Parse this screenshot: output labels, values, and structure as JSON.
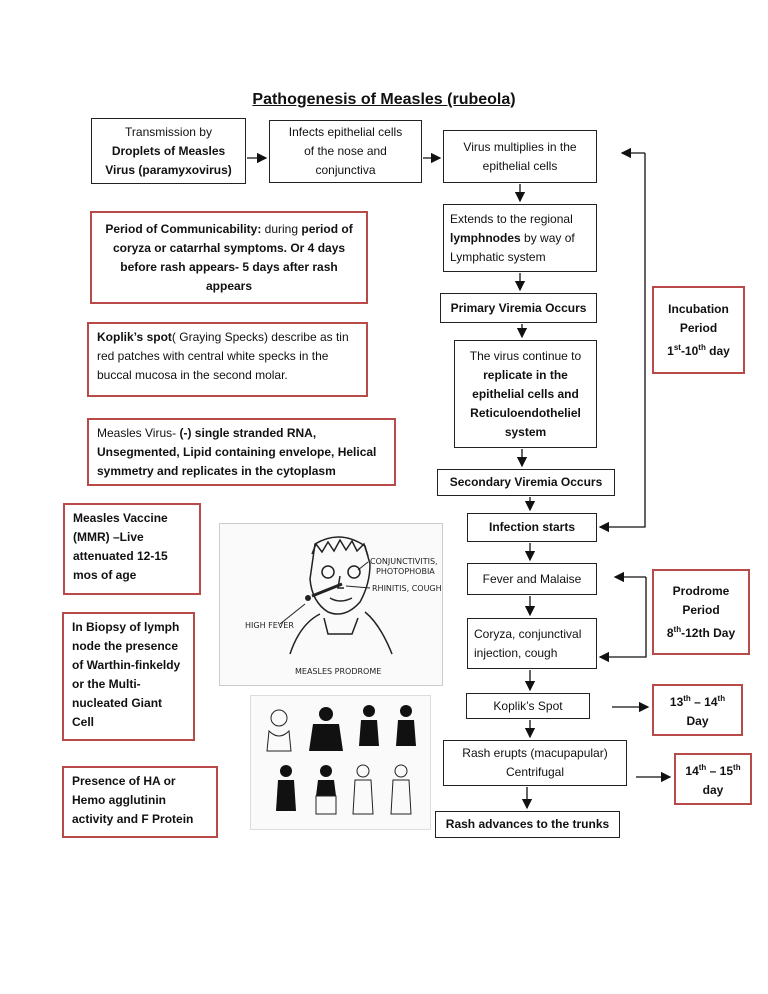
{
  "title": "Pathogenesis of Measles (rubeola)",
  "flow": {
    "transmission": {
      "line1": "Transmission by",
      "line2": "Droplets of Measles",
      "line3": "Virus (paramyxovirus)"
    },
    "infects": {
      "line1": "Infects epithelial cells",
      "line2": "of the nose and",
      "line3": "conjunctiva"
    },
    "multiplies": {
      "line1": "Virus multiplies in the",
      "line2": "epithelial cells"
    },
    "extends": {
      "line1": "Extends to the regional",
      "line2a": "lymphnodes",
      "line2b": " by way of",
      "line3": "Lymphatic system"
    },
    "primary": "Primary Viremia Occurs",
    "continue": {
      "line1": "The virus continue to",
      "line2": "replicate in the",
      "line3": "epithelial cells and",
      "line4": "Reticuloendotheliel",
      "line5": "system"
    },
    "secondary": "Secondary Viremia Occurs",
    "infection": "Infection starts",
    "fever": "Fever and Malaise",
    "coryza": {
      "line1": "Coryza, conjunctival",
      "line2": "injection, cough"
    },
    "koplik": "Koplik’s Spot",
    "rash": {
      "line1": "Rash erupts (macupapular)",
      "line2": "Centrifugal"
    },
    "rash_adv": "Rash advances to the trunks"
  },
  "notes": {
    "communicability": {
      "a": "Period of Communicability:",
      "b": " during ",
      "c": "period of coryza or catarrhal symptoms. Or 4 days before rash appears- 5 days after rash appears"
    },
    "koplik": {
      "a": "Koplik’s spot",
      "b": "( Graying Specks) describe as tin red patches with central white specks in the buccal mucosa in the second molar."
    },
    "virus": {
      "a": "Measles Virus- ",
      "b": "(-) single stranded RNA, Unsegmented, Lipid containing envelope, Helical symmetry  and replicates in the cytoplasm"
    },
    "vaccine": "Measles Vaccine (MMR) –Live attenuated 12-15 mos of age",
    "biopsy": "In Biopsy of lymph node the presence of Warthin-finkeldy or the Multi-nucleated Giant Cell",
    "ha": "Presence of HA or Hemo agglutinin activity and F Protein"
  },
  "periods": {
    "incubation": {
      "l1": "Incubation",
      "l2": "Period",
      "d1": "1",
      "s1": "st",
      "mid": "-10",
      "s2": "th",
      "end": " day"
    },
    "prodrome": {
      "l1": "Prodrome",
      "l2": "Period",
      "d1": "8",
      "s1": "th",
      "mid": "-12th Day"
    },
    "koplik_days": {
      "d1": "13",
      "s1": "th",
      "mid": " – 14",
      "s2": "th",
      "l2": "Day"
    },
    "rash_days": {
      "d1": "14",
      "s1": "th",
      "mid": " – 15",
      "s2": "th",
      "l2": "day"
    }
  },
  "sketch": {
    "labels": [
      "CONJUNCTIVITIS,",
      "PHOTOPHOBIA",
      "RHINITIS, COUGH",
      "HIGH FEVER",
      "MEASLES PRODROME"
    ]
  },
  "colors": {
    "note_border": "#b84a4a",
    "box_border": "#222222"
  }
}
